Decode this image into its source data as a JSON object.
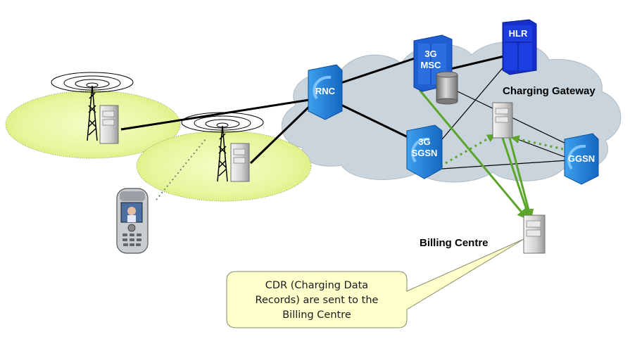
{
  "nodes": {
    "rnc": "RNC",
    "msc_line1": "3G",
    "msc_line2": "MSC",
    "hlr": "HLR",
    "sgsn_line1": "3G",
    "sgsn_line2": "SGSN",
    "ggsn": "GGSN"
  },
  "labels": {
    "charging_gateway": "Charging Gateway",
    "billing_centre": "Billing Centre"
  },
  "callout": {
    "line1": "CDR (Charging Data",
    "line2": "Records) are sent to the",
    "line3": "Billing Centre"
  },
  "colors": {
    "cloud": "#c9d4dc",
    "cell": "#e6f59a",
    "node_blue": "#1f86d8",
    "hlr_blue": "#1530c8",
    "cdr_arrow": "#5aa52a",
    "callout_fill": "#ffffcc"
  }
}
